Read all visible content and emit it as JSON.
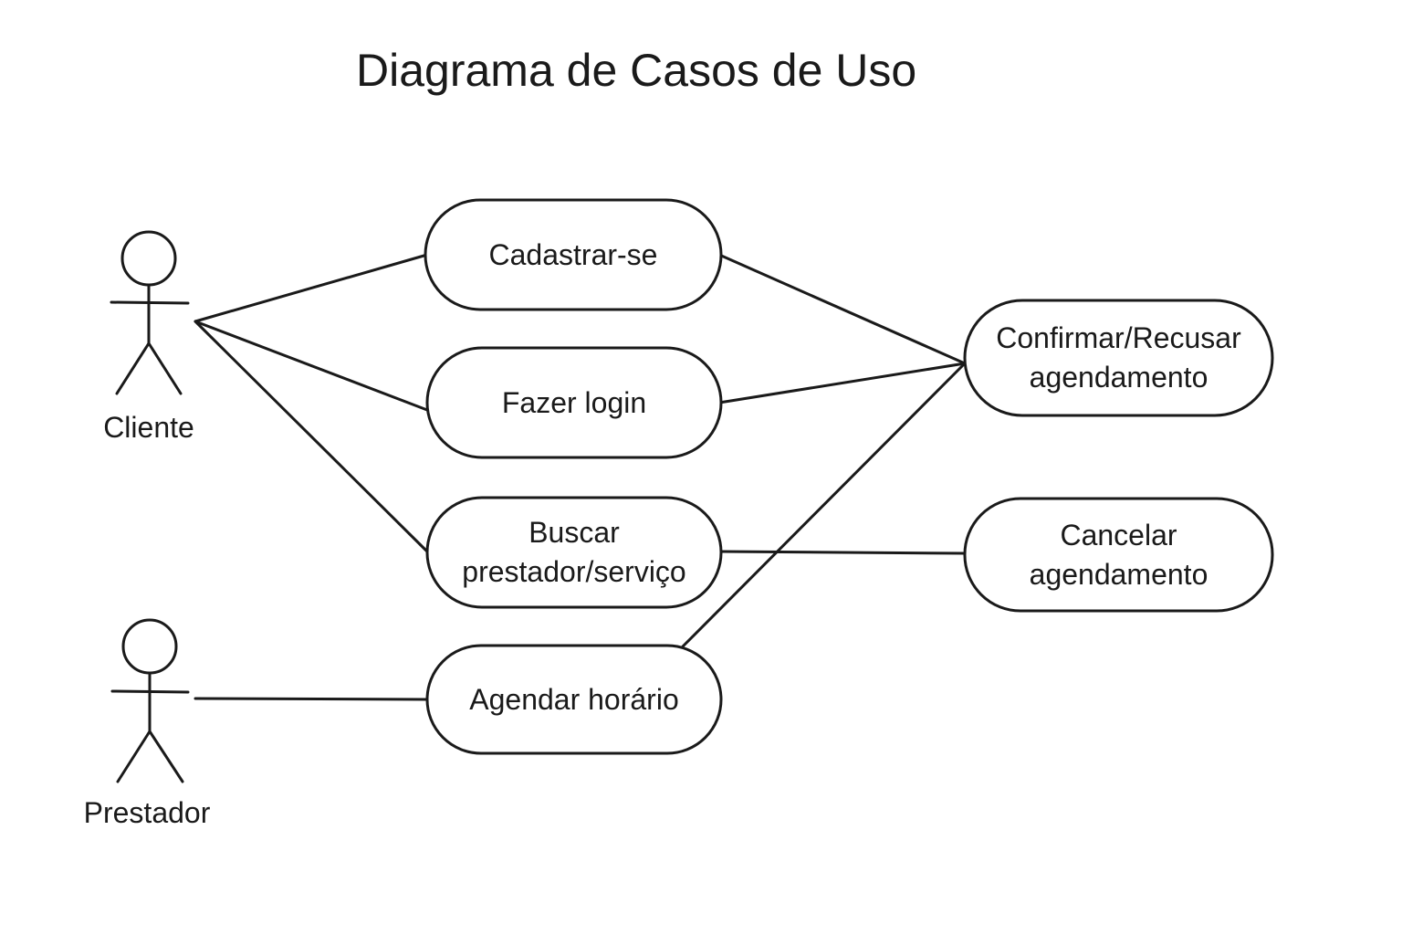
{
  "title": "Diagrama de Casos de Uso",
  "actors": {
    "cliente": "Cliente",
    "prestador": "Prestador"
  },
  "use_cases": {
    "cadastrar": [
      "Cadastrar-se"
    ],
    "login": [
      "Fazer login"
    ],
    "buscar": [
      "Buscar",
      "prestador/serviço"
    ],
    "agendar": [
      "Agendar horário"
    ],
    "confirmar": [
      "Confirmar/Recusar",
      "agendamento"
    ],
    "cancelar": [
      "Cancelar",
      "agendamento"
    ]
  },
  "colors": {
    "stroke": "#1a1a1a",
    "background": "#ffffff"
  }
}
